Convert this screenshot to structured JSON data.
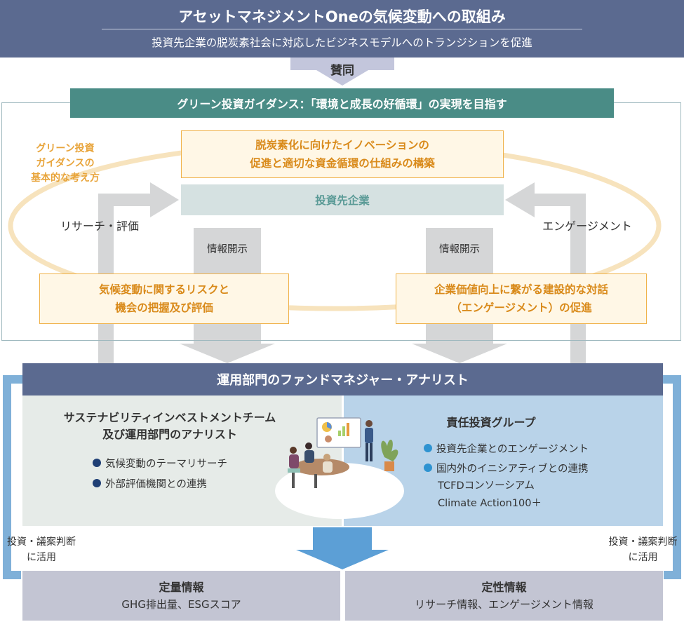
{
  "header": {
    "title": "アセットマネジメントOneの気候変動への取組み",
    "subtitle": "投資先企業の脱炭素社会に対応したビジネスモデルへのトランジションを促進"
  },
  "endorse": {
    "label": "賛同"
  },
  "guidance": {
    "bar": "グリーン投資ガイダンス：「環境と成長の好循環」の実現を目指す",
    "basic_thinking": [
      "グリーン投資",
      "ガイダンスの",
      "基本的な考え方"
    ],
    "innovation": [
      "脱炭素化に向けたイノベーションの",
      "促進と適切な資金循環の仕組みの構築"
    ],
    "investee": "投資先企業",
    "research_label": "リサーチ・評価",
    "engagement_label": "エンゲージメント",
    "disclosure_left": "情報開示",
    "disclosure_right": "情報開示",
    "risk": [
      "気候変動に関するリスクと",
      "機会の把握及び評価"
    ],
    "dialogue": [
      "企業価値向上に繋がる建設的な対話",
      "（エンゲージメント）の促進"
    ]
  },
  "fund": {
    "bar": "運用部門のファンドマネジャー・アナリスト",
    "team_title": [
      "サステナビリティインベストメントチーム",
      "及び運用部門のアナリスト"
    ],
    "team_items": [
      "気候変動のテーマリサーチ",
      "外部評価機関との連携"
    ],
    "group_title": "責任投資グループ",
    "group_items": [
      "投資先企業とのエンゲージメント",
      "国内外のイニシアティブとの連携"
    ],
    "group_sub_items": [
      "TCFDコンソーシアム",
      "Climate Action100＋"
    ]
  },
  "use_label": [
    "投資・議案判断",
    "に活用"
  ],
  "bottom": {
    "quant_title": "定量情報",
    "quant_sub": "GHG排出量、ESGスコア",
    "qual_title": "定性情報",
    "qual_sub": "リサーチ情報、エンゲージメント情報"
  },
  "colors": {
    "navy": "#5b6a90",
    "teal": "#4a8c86",
    "orange": "#f0b24a",
    "light_blue": "#7fb0d8",
    "gray_arrow": "#d4d5d6"
  }
}
